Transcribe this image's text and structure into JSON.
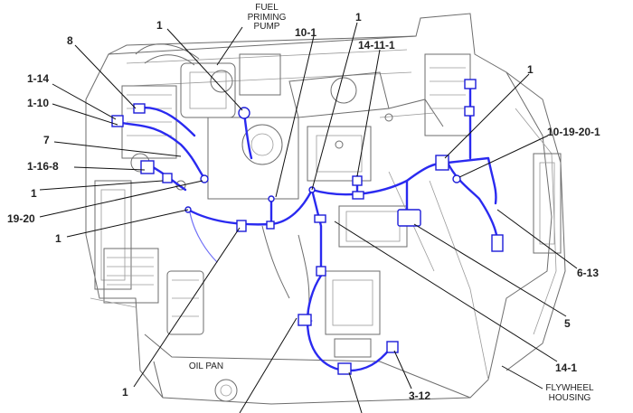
{
  "callouts": {
    "c1": "1",
    "c2": "8",
    "c3": "1-14",
    "c4": "1-10",
    "c5": "7",
    "c6": "1-16-8",
    "c7": "1",
    "c8": "19-20",
    "c9": "1",
    "c10": "1",
    "c11": "10-1",
    "c12": "1",
    "c13": "14-11-1",
    "c14": "1",
    "c15": "10-19-20-1",
    "c16": "6-13",
    "c17": "5",
    "c18": "14-1",
    "c19": "3-12"
  },
  "captions": {
    "fuel_priming_pump": "FUEL\nPRIMING\nPUMP",
    "oil_pan": "OIL PAN",
    "flywheel_housing": "FLYWHEEL\nHOUSING"
  },
  "colors": {
    "harness": "#2a2af0",
    "engine_line": "#6d6d6d"
  }
}
